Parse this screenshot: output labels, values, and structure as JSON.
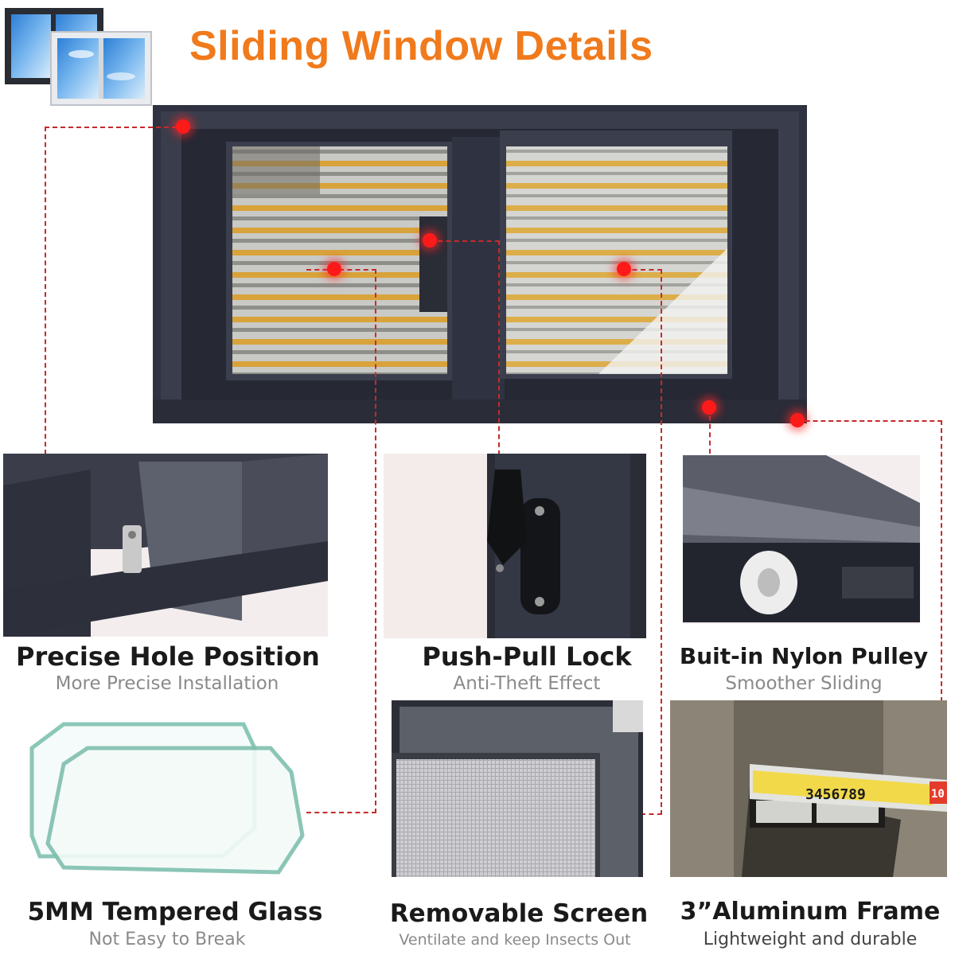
{
  "title": "Sliding Window Details",
  "colors": {
    "title": "#f07a1c",
    "frame": "#2f3240",
    "marker": "#ff1a1a",
    "leader": "#c62b2b"
  },
  "icons": {
    "top_left": "two-windows-icon"
  },
  "features": [
    {
      "title": "Precise Hole Position",
      "subtitle": "More Precise Installation"
    },
    {
      "title": "Push-Pull Lock",
      "subtitle": "Anti-Theft Effect"
    },
    {
      "title": "Buit-in Nylon Pulley",
      "subtitle": "Smoother Sliding"
    },
    {
      "title": "5MM Tempered Glass",
      "subtitle": "Not Easy to Break"
    },
    {
      "title": "Removable Screen",
      "subtitle": "Ventilate and keep Insects Out"
    },
    {
      "title": "3”Aluminum Frame",
      "subtitle": "Lightweight and durable"
    }
  ],
  "tape_measure": {
    "digits": "3456789",
    "end": "10"
  }
}
